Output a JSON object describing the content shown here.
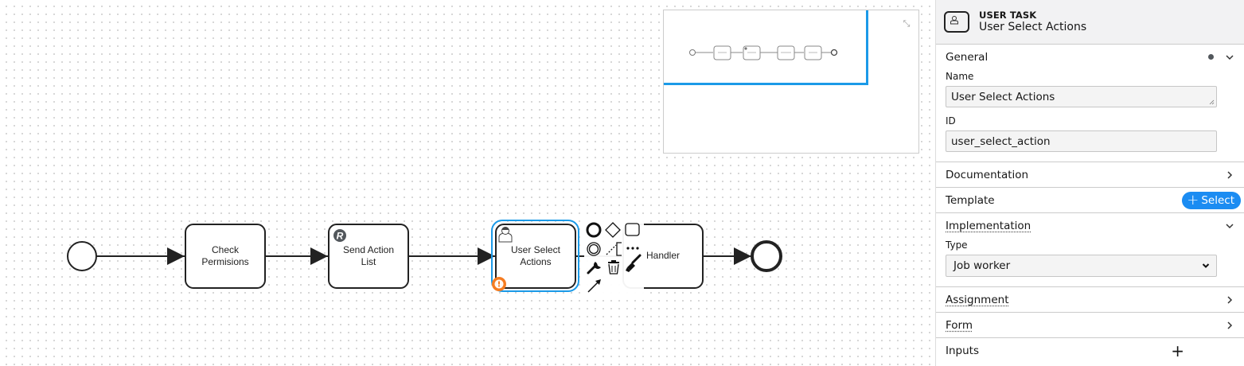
{
  "diagram": {
    "start_event": {
      "type": "start-event"
    },
    "tasks": [
      {
        "id": "check",
        "label_lines": [
          "Check",
          "Permisions"
        ],
        "marker": null
      },
      {
        "id": "send",
        "label_lines": [
          "Send Action",
          "List"
        ],
        "marker": "R"
      },
      {
        "id": "user",
        "label_lines": [
          "User Select",
          "Actions"
        ],
        "marker": "user",
        "selected": true,
        "warning": "!"
      },
      {
        "id": "handler",
        "label_lines": [
          "Handler"
        ],
        "marker": null
      }
    ],
    "end_event": {
      "type": "end-event"
    },
    "context_pad": [
      "end-event",
      "gateway",
      "task",
      "intermediate-event",
      "text-annotation",
      "more",
      "change-type",
      "delete",
      "color",
      "connect"
    ]
  },
  "minimap": {
    "toggle_icon": "collapse-icon",
    "toggle_glyph": "⤡"
  },
  "panel": {
    "header": {
      "type": "USER TASK",
      "name": "User Select Actions",
      "icon": "user-task-icon"
    },
    "groups": {
      "general": {
        "title": "General",
        "name_label": "Name",
        "name_value": "User Select Actions",
        "id_label": "ID",
        "id_value": "user_select_action"
      },
      "documentation": {
        "title": "Documentation"
      },
      "template": {
        "title": "Template",
        "button_label": "Select",
        "button_plus": "+"
      },
      "implementation": {
        "title": "Implementation",
        "type_label": "Type",
        "type_value": "Job worker"
      },
      "assignment": {
        "title": "Assignment"
      },
      "form": {
        "title": "Form"
      },
      "inputs": {
        "title": "Inputs",
        "add_glyph": "+"
      }
    },
    "colors": {
      "accent": "#1b8cf2",
      "selection": "#1b9ae8",
      "warning": "#f57c21"
    }
  }
}
